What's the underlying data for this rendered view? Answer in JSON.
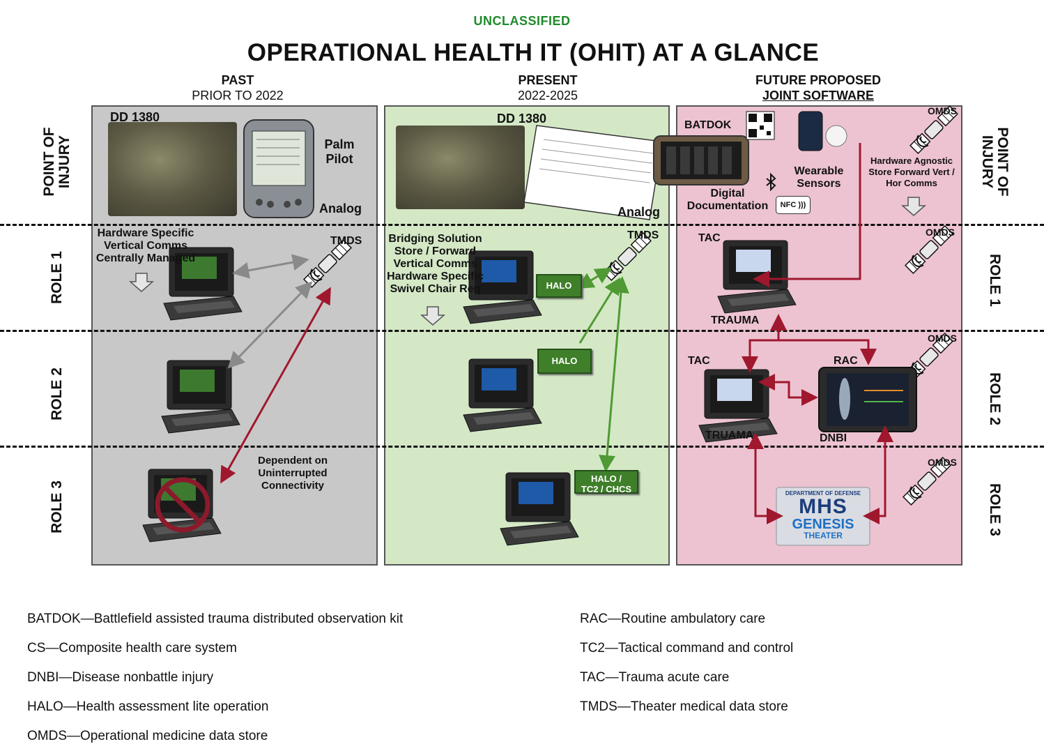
{
  "header": {
    "classification": "UNCLASSIFIED",
    "title": "OPERATIONAL  HEALTH IT (OHIT) AT A GLANCE"
  },
  "columns": {
    "past": {
      "title": "PAST",
      "subtitle": "PRIOR TO 2022"
    },
    "present": {
      "title": "PRESENT",
      "subtitle": "2022-2025"
    },
    "future": {
      "title": "FUTURE PROPOSED",
      "subtitle": "JOINT SOFTWARE"
    }
  },
  "rows": {
    "poi": "POINT OF INJURY",
    "role1": "ROLE 1",
    "role2": "ROLE 2",
    "role3": "ROLE 3"
  },
  "past": {
    "dd1380": "DD 1380",
    "palm_pilot": "Palm Pilot",
    "analog": "Analog",
    "role1_note": "Hardware Specific Vertical Comms Centrally Managed",
    "tmds": "TMDS",
    "role3_note": "Dependent on Uninterrupted Connectivity"
  },
  "present": {
    "dd1380": "DD 1380",
    "analog": "Analog",
    "role1_note": "Bridging Solution Store / Forward Vertical Comms Hardware Specific Swivel Chair Req",
    "tmds": "TMDS",
    "halo_role1": "HALO",
    "halo_role2": "HALO",
    "halo_role3_line1": "HALO /",
    "halo_role3_line2": "TC2 / CHCS"
  },
  "future": {
    "batdok": "BATDOK",
    "digital_documentation": "Digital Documentation",
    "wearable_sensors": "Wearable Sensors",
    "nfc": "NFC",
    "omds": "OMDS",
    "poi_note": "Hardware Agnostic Store Forward Vert / Hor Comms",
    "tac": "TAC",
    "trauma": "TRAUMA",
    "truama": "TRUAMA",
    "rac": "RAC",
    "dnbi": "DNBI",
    "mhs_line1": "MHS",
    "mhs_line2": "GENESIS",
    "mhs_line3": "THEATER",
    "mhs_dept": "DEPARTMENT OF DEFENSE"
  },
  "legend": {
    "left": [
      "BATDOK—Battlefield assisted trauma distributed observation kit",
      "CS—Composite health care system",
      "DNBI—Disease nonbattle injury",
      "HALO—Health assessment lite operation",
      "OMDS—Operational medicine data store"
    ],
    "right": [
      "RAC—Routine ambulatory care",
      "TC2—Tactical command and control",
      "TAC—Trauma acute care",
      "TMDS—Theater medical data store"
    ]
  },
  "colors": {
    "classification": "#1f8a2b",
    "past_panel": "#c8c8c8",
    "present_panel": "#d4e8c6",
    "future_panel": "#edc3d1",
    "red_arrow": "#a0182e",
    "green_arrow": "#4f9a34",
    "gray_arrow": "#8a8a8a",
    "halo_box": "#3f7f2a"
  },
  "icons": [
    "satellite-icon",
    "laptop-icon",
    "tablet-icon",
    "bluetooth-icon",
    "nfc-icon",
    "qr-code-icon",
    "down-arrow-icon",
    "prohibited-icon"
  ]
}
